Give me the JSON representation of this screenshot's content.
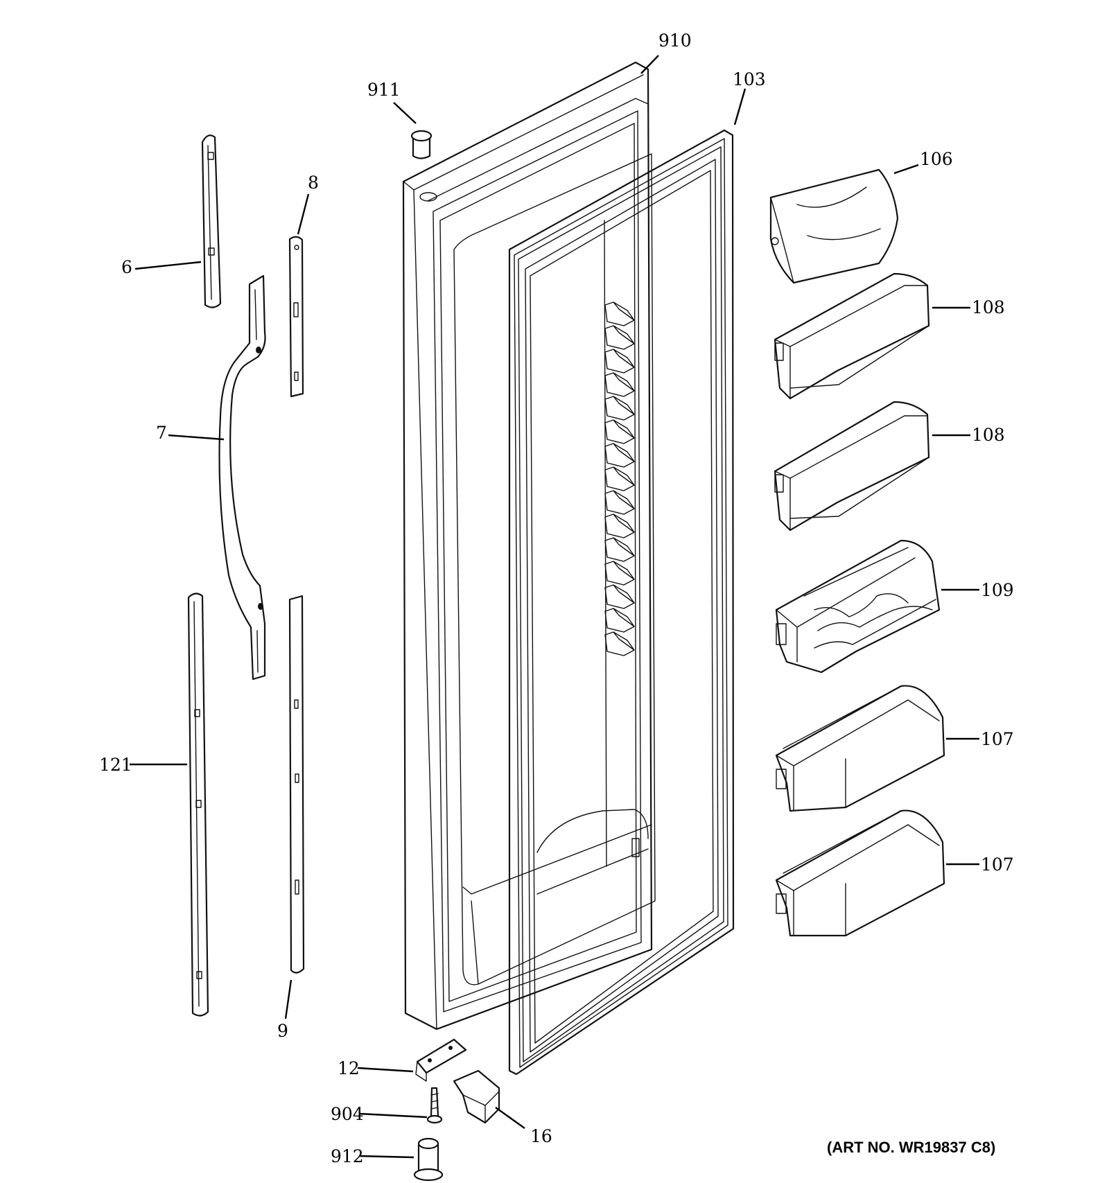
{
  "diagram": {
    "art_number": "(ART NO. WR19837 C8)",
    "callouts": {
      "c910": "910",
      "c911": "911",
      "c103": "103",
      "c106": "106",
      "c8": "8",
      "c6": "6",
      "c7": "7",
      "c108a": "108",
      "c108b": "108",
      "c109": "109",
      "c121": "121",
      "c107a": "107",
      "c107b": "107",
      "c9": "9",
      "c12": "12",
      "c904": "904",
      "c16": "16",
      "c912": "912"
    }
  }
}
